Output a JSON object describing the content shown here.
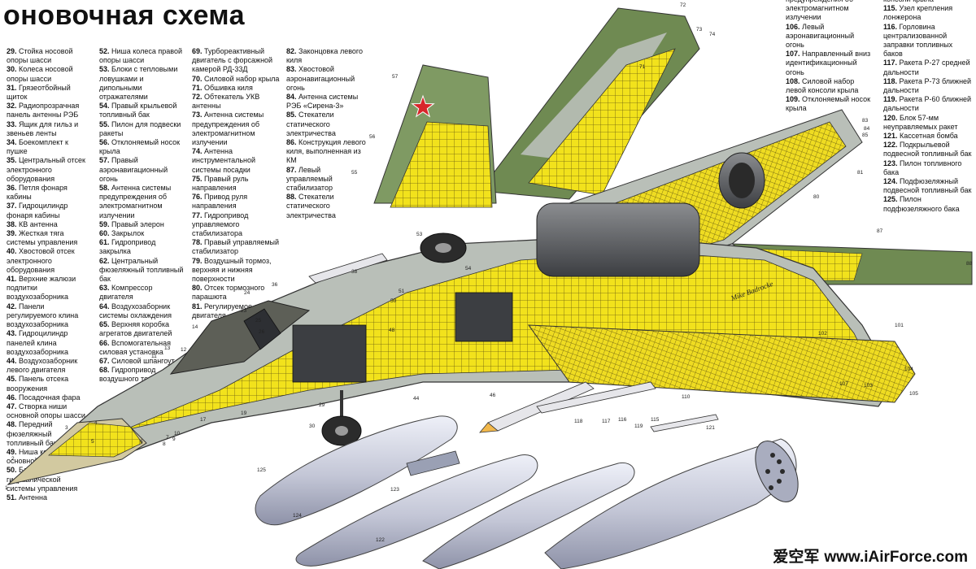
{
  "title": "оновочная схема",
  "legend": {
    "col1": [
      [
        "29.",
        "Стойка носовой опоры шасси"
      ],
      [
        "30.",
        "Колеса носовой опоры шасси"
      ],
      [
        "31.",
        "Грязеотбойный щиток"
      ],
      [
        "32.",
        "Радиопрозрачная панель антенны РЭБ"
      ],
      [
        "33.",
        "Ящик для гильз и звеньев ленты"
      ],
      [
        "34.",
        "Боекомплект к пушке"
      ],
      [
        "35.",
        "Центральный отсек электронного оборудования"
      ],
      [
        "36.",
        "Петля фонаря кабины"
      ],
      [
        "37.",
        "Гидроцилиндр фонаря кабины"
      ],
      [
        "38.",
        "КВ антенна"
      ],
      [
        "39.",
        "Жесткая тяга системы управления"
      ],
      [
        "40.",
        "Хвостовой отсек электронного оборудования"
      ],
      [
        "41.",
        "Верхние жалюзи подпитки воздухозаборника"
      ],
      [
        "42.",
        "Панели регулируемого клина воздухозаборника"
      ],
      [
        "43.",
        "Гидроцилиндр панелей клина воздухозаборника"
      ],
      [
        "44.",
        "Воздухозаборник левого двигателя"
      ],
      [
        "45.",
        "Панель отсека вооружения"
      ],
      [
        "46.",
        "Посадочная фара"
      ],
      [
        "47.",
        "Створка ниши основной опоры шасси"
      ],
      [
        "48.",
        "Передний фюзеляжный топливный бак"
      ],
      [
        "49.",
        "Ниша колеса левой основной опоры шасси"
      ],
      [
        "50.",
        "Блоки гидравлической системы управления"
      ],
      [
        "51.",
        "Антенна"
      ]
    ],
    "col2": [
      [
        "52.",
        "Ниша колеса правой опоры шасси"
      ],
      [
        "53.",
        "Блоки с тепловыми ловушками и дипольными отражателями"
      ],
      [
        "54.",
        "Правый крыльевой топливный бак"
      ],
      [
        "55.",
        "Пилон для подвески ракеты"
      ],
      [
        "56.",
        "Отклоняемый носок крыла"
      ],
      [
        "57.",
        "Правый аэронавигационный огонь"
      ],
      [
        "58.",
        "Антенна системы предупреждения об электромагнитном излучении"
      ],
      [
        "59.",
        "Правый элерон"
      ],
      [
        "60.",
        "Закрылок"
      ],
      [
        "61.",
        "Гидропривод закрылка"
      ],
      [
        "62.",
        "Центральный фюзеляжный топливный бак"
      ],
      [
        "63.",
        "Компрессор двигателя"
      ],
      [
        "64.",
        "Воздухозаборник системы охлаждения"
      ],
      [
        "65.",
        "Верхняя коробка агрегатов двигателей"
      ],
      [
        "66.",
        "Вспомогательная силовая установка"
      ],
      [
        "67.",
        "Силовой шпангоут"
      ],
      [
        "68.",
        "Гидропривод воздушного тормоза"
      ]
    ],
    "col3": [
      [
        "69.",
        "Турбореактивный двигатель с форсажной камерой РД-33Д"
      ],
      [
        "70.",
        "Силовой набор крыла"
      ],
      [
        "71.",
        "Обшивка киля"
      ],
      [
        "72.",
        "Обтекатель УКВ антенны"
      ],
      [
        "73.",
        "Антенна системы предупреждения об электромагнитном излучении"
      ],
      [
        "74.",
        "Антенна инструментальной системы посадки"
      ],
      [
        "75.",
        "Правый руль направления"
      ],
      [
        "76.",
        "Привод руля направления"
      ],
      [
        "77.",
        "Гидропривод управляемого стабилизатора"
      ],
      [
        "78.",
        "Правый управляемый стабилизатор"
      ],
      [
        "79.",
        "Воздушный тормоз, верхняя и нижняя поверхности"
      ],
      [
        "80.",
        "Отсек тормозного парашюта"
      ],
      [
        "81.",
        "Регулируемое сопло двигателя"
      ]
    ],
    "col4": [
      [
        "82.",
        "Законцовка левого киля"
      ],
      [
        "83.",
        "Хвостовой аэронавигационный огонь"
      ],
      [
        "84.",
        "Антенна системы РЭБ «Сирена-3»"
      ],
      [
        "85.",
        "Стекатели статического электричества"
      ],
      [
        "86.",
        "Конструкция левого киля, выполненная из КМ"
      ],
      [
        "87.",
        "Левый управляемый стабилизатор"
      ],
      [
        "88.",
        "Стекатели статического электричества"
      ]
    ],
    "col5": [
      [
        "",
        "предупреждения об электромагнитном излучении"
      ],
      [
        "106.",
        "Левый аэронавигационный огонь"
      ],
      [
        "107.",
        "Направленный вниз идентификационный огонь"
      ],
      [
        "108.",
        "Силовой набор левой консоли крыла"
      ],
      [
        "109.",
        "Отклоняемый носок крыла"
      ]
    ],
    "col6": [
      [
        "",
        "консоли крыла"
      ],
      [
        "115.",
        "Узел крепления лонжерона"
      ],
      [
        "116.",
        "Горловина централизованной заправки топливных баков"
      ],
      [
        "117.",
        "Ракета Р-27 средней дальности"
      ],
      [
        "118.",
        "Ракета Р-73 ближней дальности"
      ],
      [
        "119.",
        "Ракета Р-60 ближней дальности"
      ],
      [
        "120.",
        "Блок 57-мм неуправляемых ракет"
      ],
      [
        "121.",
        "Кассетная бомба"
      ],
      [
        "122.",
        "Подкрыльевой подвесной топливный бак"
      ],
      [
        "123.",
        "Пилон топливного бака"
      ],
      [
        "124.",
        "Подфюзеляжный подвесной топливный бак"
      ],
      [
        "125.",
        "Пилон подфюзеляжного бака"
      ]
    ]
  },
  "callouts": [
    "1",
    "2",
    "3",
    "4",
    "5",
    "6",
    "7",
    "8",
    "9",
    "10",
    "11",
    "12",
    "13",
    "14",
    "17",
    "19",
    "23",
    "24",
    "25",
    "26",
    "29",
    "30",
    "36",
    "38",
    "44",
    "46",
    "48",
    "50",
    "51",
    "53",
    "54",
    "55",
    "56",
    "57",
    "71",
    "72",
    "73",
    "74",
    "80",
    "81",
    "83",
    "84",
    "85",
    "87",
    "88",
    "101",
    "102",
    "103",
    "104",
    "105",
    "107",
    "110",
    "115",
    "116",
    "117",
    "118",
    "119",
    "121",
    "122",
    "123",
    "124",
    "125"
  ],
  "signature": "Mike Badrocke",
  "watermark": {
    "cjk": "爱空军",
    "latin": "www.iAirForce.com"
  },
  "colors": {
    "structure": "#f2e21c",
    "structure_line": "#6b5d10",
    "camo_green": "#6f8a52",
    "camo_grey": "#b9bfb8",
    "ordnance": "#c7cad8",
    "star": "#d8262a",
    "background": "#ffffff"
  }
}
